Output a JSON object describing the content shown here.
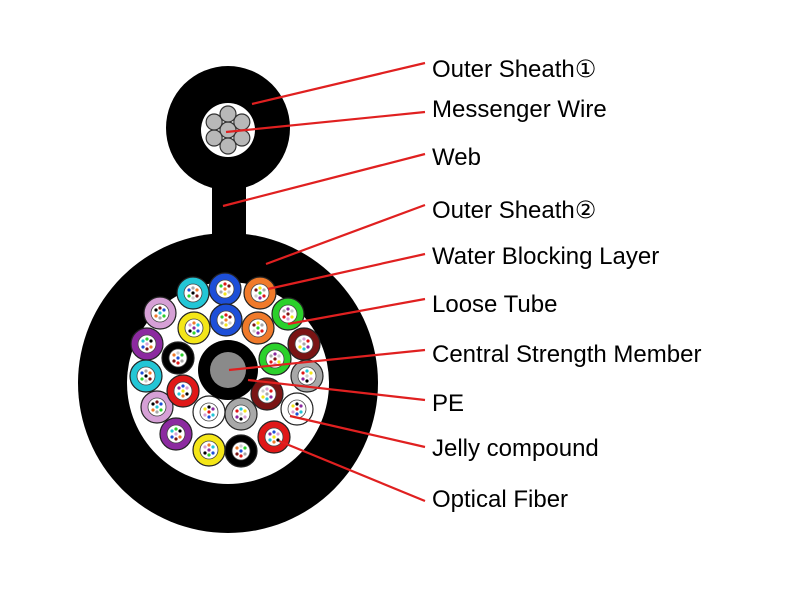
{
  "labels": [
    {
      "text": "Outer Sheath①"
    },
    {
      "text": "Messenger Wire"
    },
    {
      "text": "Web"
    },
    {
      "text": "Outer Sheath②"
    },
    {
      "text": "Water Blocking Layer"
    },
    {
      "text": "Loose Tube"
    },
    {
      "text": "Central Strength Member"
    },
    {
      "text": "PE"
    },
    {
      "text": "Jelly compound"
    },
    {
      "text": "Optical Fiber"
    }
  ],
  "colors": {
    "sheath": "#000000",
    "leader_line": "#e02020",
    "messenger_wire": "#b8b8b8",
    "central_member": "#8a8a8a",
    "pe": "#000000",
    "filler": "#ffffff",
    "tube_colors": [
      "#1d4fd8",
      "#f07a2a",
      "#2bd12b",
      "#7a1414",
      "#a8a8a8",
      "#ffffff",
      "#e01818",
      "#f4e618",
      "#8c2aa0",
      "#d6a0d6",
      "#23c6d6",
      "#000000"
    ]
  }
}
